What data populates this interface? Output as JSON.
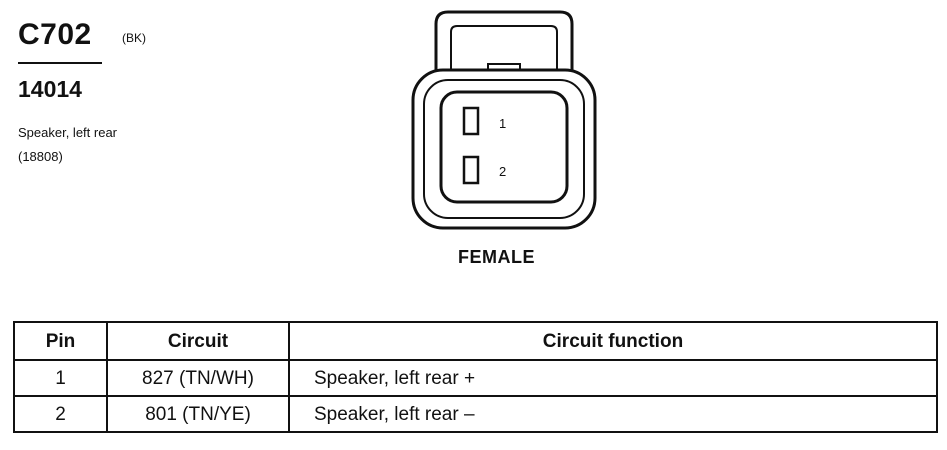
{
  "connector": {
    "id": "C702",
    "color": "(BK)",
    "part_number": "14014",
    "description_line1": "Speaker, left rear",
    "description_line2": "(18808)",
    "gender": "FEMALE",
    "pins": [
      {
        "label": "1"
      },
      {
        "label": "2"
      }
    ]
  },
  "table": {
    "headers": [
      "Pin",
      "Circuit",
      "Circuit function"
    ],
    "rows": [
      {
        "pin": "1",
        "circuit": "827 (TN/WH)",
        "function": "Speaker, left rear  +"
      },
      {
        "pin": "2",
        "circuit": "801 (TN/YE)",
        "function": "Speaker, left rear  –"
      }
    ]
  },
  "colors": {
    "ink": "#111111",
    "background": "#ffffff"
  }
}
